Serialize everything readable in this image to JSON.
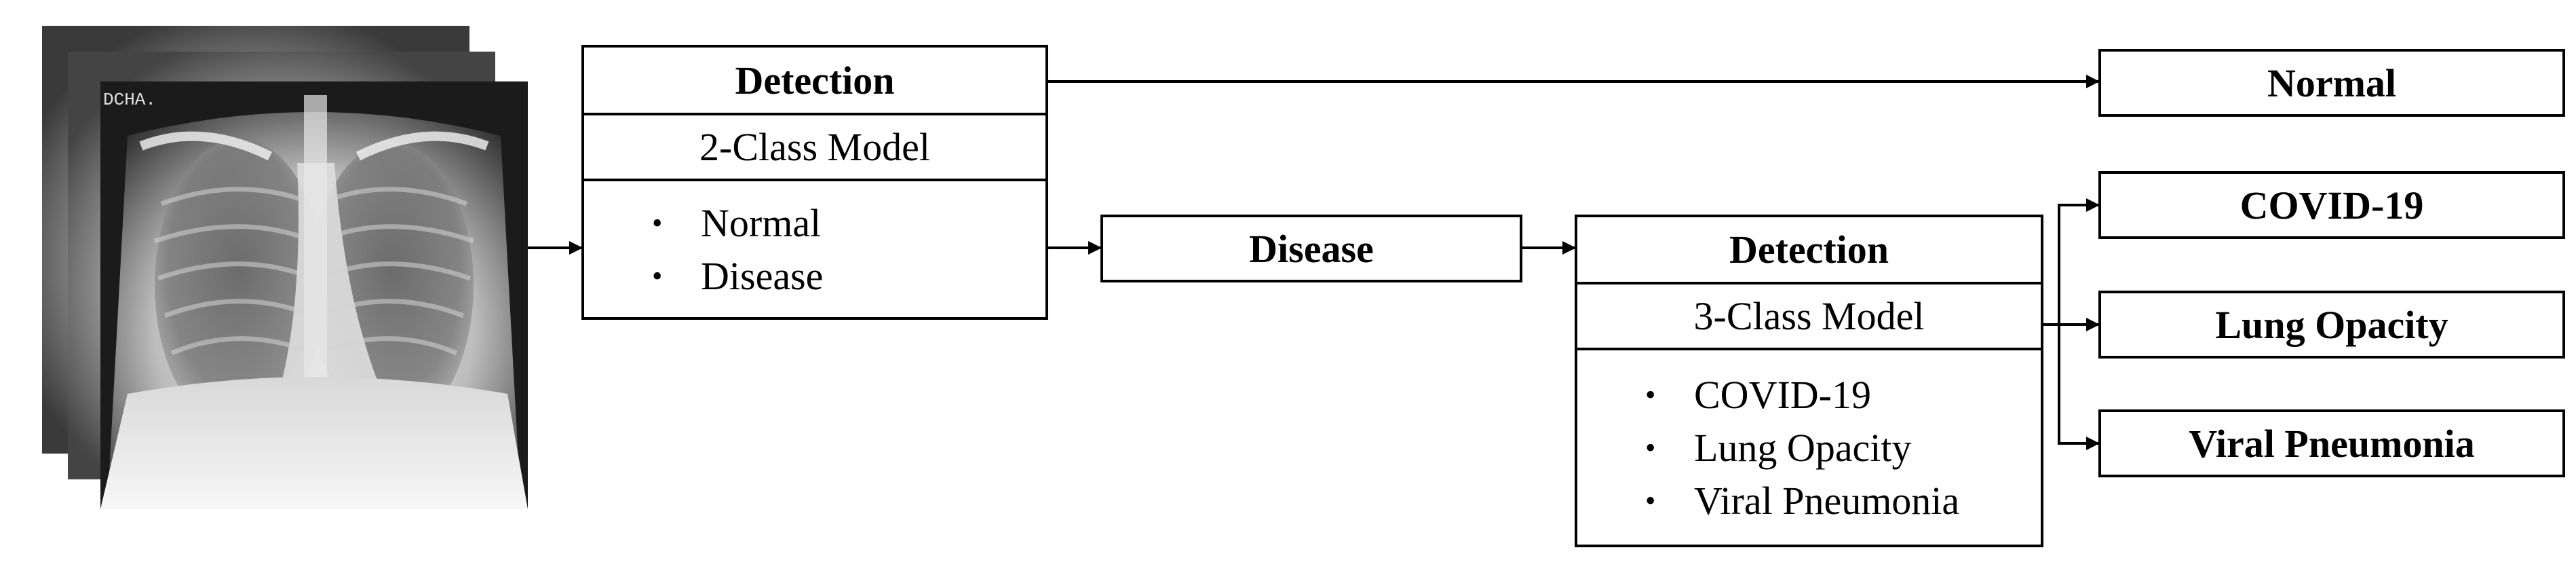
{
  "stage1": {
    "header": "Detection",
    "model": "2-Class Model",
    "classes": [
      "Normal",
      "Disease"
    ]
  },
  "disease": {
    "label": "Disease"
  },
  "stage2": {
    "header": "Detection",
    "model": "3-Class Model",
    "classes": [
      "COVID-19",
      "Lung Opacity",
      "Viral Pneumonia"
    ]
  },
  "outputs": {
    "normal": "Normal",
    "covid": "COVID-19",
    "lung_opacity": "Lung Opacity",
    "viral_pneumonia": "Viral Pneumonia"
  },
  "xray": {
    "marker_text": "DCHA."
  }
}
